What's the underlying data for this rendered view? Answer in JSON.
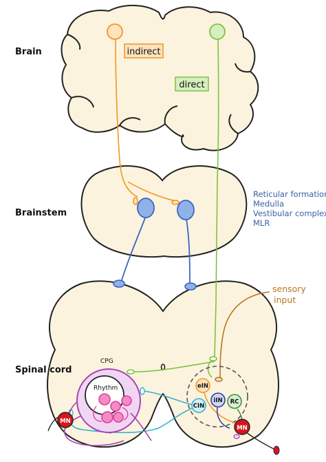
{
  "regions": {
    "brain": "Brain",
    "brainstem": "Brainstem",
    "spinal_cord": "Spinal cord"
  },
  "pathways": {
    "indirect": "indirect",
    "direct": "direct"
  },
  "brainstem_structures": [
    "Reticular formation",
    "Medulla",
    "Vestibular complex",
    "MLR"
  ],
  "sensory": {
    "line1": "sensory",
    "line2": "input"
  },
  "spinal_labels": {
    "cpg": "CPG",
    "rhythm": "Rhythm",
    "mn_left": "MN",
    "mn_right": "MN",
    "ein": "eIN",
    "iin": "iIN",
    "rc": "RC",
    "cin": "CIN"
  },
  "colors": {
    "tissue_fill": "#fbf3de",
    "outline": "#222222",
    "indirect": "#f0961e",
    "direct": "#7cc242",
    "brainstem_neuron": "#8fb2e8",
    "brainstem_axon": "#3d63c4",
    "sensory": "#b5781f",
    "cpg": "#a743b5",
    "rhythm": "#e13c9c",
    "motor_neuron": "#d8141c",
    "cin": "#33b2d0",
    "iin": "#2e3d96",
    "rc": "#3f8d3f"
  }
}
